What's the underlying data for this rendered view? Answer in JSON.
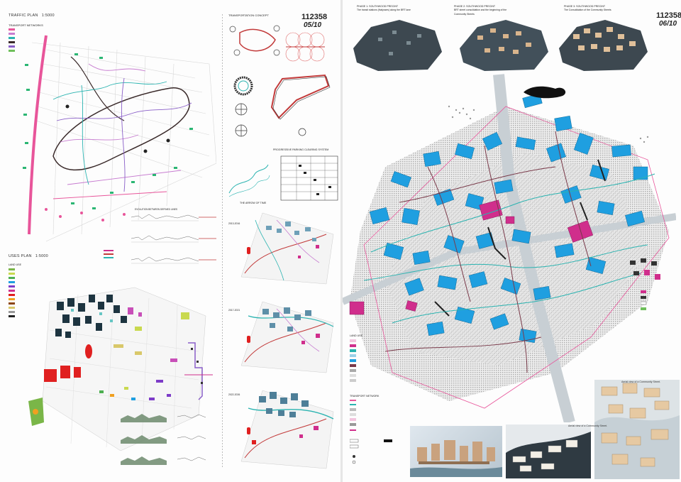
{
  "left_sheet": {
    "sheet_number": "112358",
    "sheet_index": "05/10",
    "traffic_plan": {
      "title": "TRAFFIC PLAN",
      "scale": "1:5000",
      "legend_heading": "TRANSPORT NETWORKS"
    },
    "uses_plan": {
      "title": "USES PLAN",
      "scale": "1:5000",
      "legend_heading": "LAND USE"
    },
    "transportation_concept": {
      "title": "TRANSPORTATION CONCEPT"
    },
    "parking_system": {
      "title": "PROGRESSIVE PARKING CLEARING SYSTEM"
    },
    "arrow_of_time": {
      "title": "THE ARROW OF TIME",
      "periods": [
        "2013-2016",
        "2017-2021",
        "2022-2026"
      ]
    },
    "evolution_block": {
      "title": "EVOLUTION BETWEEN DEFINED LINES"
    }
  },
  "right_sheet": {
    "sheet_number": "112358",
    "sheet_index": "06/10",
    "phases": [
      {
        "title": "PHASE 1: SOUTHWOOD PRECINT",
        "caption": "The transit stations (thalysses) along the BRT lane"
      },
      {
        "title": "PHASE 2: SOUTHWOOD PRECINT",
        "caption": "BRT street consolidation and the beginning of the Community Streets"
      },
      {
        "title": "PHASE 3: SOUTHWOOD PRECINT",
        "caption": "The Consolidation of the Community Streets"
      }
    ],
    "land_use_legend": {
      "heading": "LAND USE"
    },
    "transport_legend": {
      "heading": "TRANSPORT NETWORK"
    },
    "photo_captions": [
      "Aerial view of a Community Street.",
      "Aerial view of a Community Street."
    ]
  },
  "colors": {
    "blue_roof": "#1f9fe0",
    "magenta": "#d02e8c",
    "pink_road": "#e8559a",
    "teal": "#2ab3b0",
    "dark_route": "#3a2a2a",
    "hatch": "#b8b8b8"
  }
}
